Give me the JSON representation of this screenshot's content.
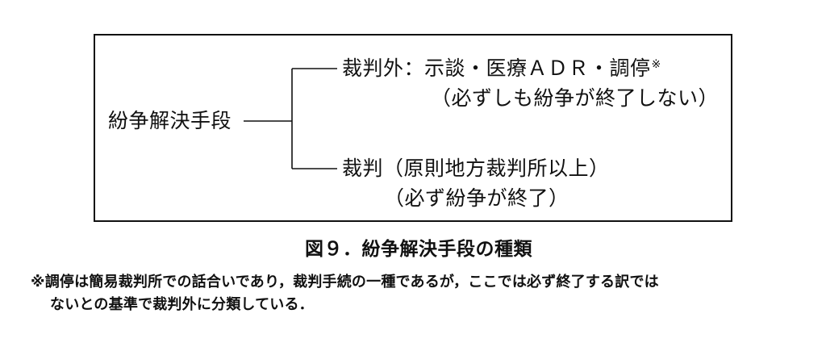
{
  "diagram": {
    "root": "紛争解決手段",
    "branch_outside": {
      "line1": "裁判外：示談・医療ＡＤＲ・調停",
      "marker": "※",
      "line2": "（必ずしも紛争が終了しない）"
    },
    "branch_court": {
      "line1": "裁判（原則地方裁判所以上）",
      "line2": "（必ず紛争が終了）"
    }
  },
  "caption": "図９．紛争解決手段の種類",
  "note": {
    "line1": "※調停は簡易裁判所での話合いであり，裁判手続の一種であるが，ここでは必ず終了する訳では",
    "line2": "ないとの基準で裁判外に分類している．"
  }
}
